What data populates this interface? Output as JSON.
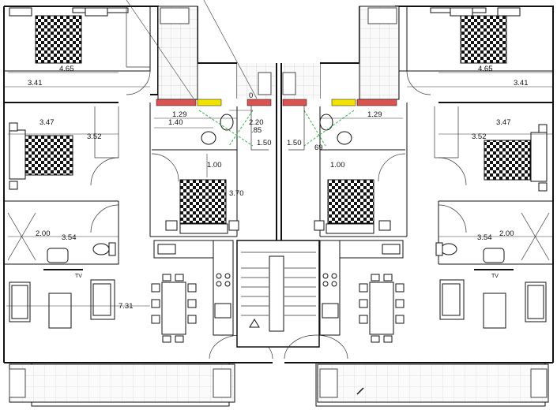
{
  "dimensions": [
    {
      "id": "left-master-width",
      "text": "4.65"
    },
    {
      "id": "left-master-depth",
      "text": "3.41"
    },
    {
      "id": "left-bed2-depth",
      "text": "3.47"
    },
    {
      "id": "left-bed2-width",
      "text": "3.52"
    },
    {
      "id": "left-bath-depth",
      "text": "2.00"
    },
    {
      "id": "left-bath-width",
      "text": "3.54"
    },
    {
      "id": "left-living-width",
      "text": "7.31"
    },
    {
      "id": "left-core-129",
      "text": "1.29"
    },
    {
      "id": "left-core-140",
      "text": "1.40"
    },
    {
      "id": "left-core-220",
      "text": "2.20"
    },
    {
      "id": "left-core-85",
      "text": ".85"
    },
    {
      "id": "left-core-150",
      "text": "1.50"
    },
    {
      "id": "left-core-0",
      "text": "0"
    },
    {
      "id": "left-core-100",
      "text": "1.00"
    },
    {
      "id": "left-core-370",
      "text": "3.70"
    },
    {
      "id": "right-core-150",
      "text": "1.50"
    },
    {
      "id": "right-core-69",
      "text": "69"
    },
    {
      "id": "right-core-129",
      "text": "1.29"
    },
    {
      "id": "right-core-100",
      "text": "1.00"
    },
    {
      "id": "right-master-width",
      "text": "4.65"
    },
    {
      "id": "right-master-depth",
      "text": "3.41"
    },
    {
      "id": "right-bed2-depth",
      "text": "3.47"
    },
    {
      "id": "right-bed2-width",
      "text": "3.52"
    },
    {
      "id": "right-bath-width",
      "text": "3.54"
    },
    {
      "id": "right-bath-depth",
      "text": "2.00"
    }
  ],
  "tv_labels": [
    "TV",
    "TV"
  ],
  "colors": {
    "wall": "#111111",
    "window_red": "#d9534f",
    "window_yellow": "#f2e200",
    "plumbing_green": "#2fb34a"
  }
}
